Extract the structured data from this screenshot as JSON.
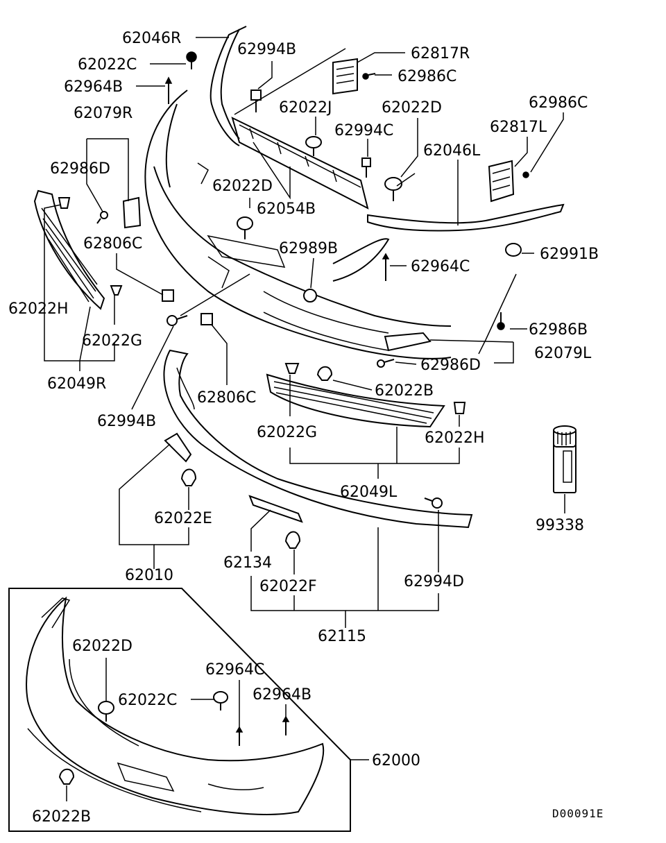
{
  "diagram_code": "D00091E",
  "labels": {
    "l_62046R": "62046R",
    "l_62022C_top": "62022C",
    "l_62964B_top": "62964B",
    "l_62079R": "62079R",
    "l_62986D_left": "62986D",
    "l_62994B_top": "62994B",
    "l_62817R": "62817R",
    "l_62986C_top": "62986C",
    "l_62022J": "62022J",
    "l_62022D_top": "62022D",
    "l_62986C_right": "62986C",
    "l_62994C": "62994C",
    "l_62817L": "62817L",
    "l_62046L": "62046L",
    "l_62022D_mid": "62022D",
    "l_62054B": "62054B",
    "l_62806C_left": "62806C",
    "l_62989B": "62989B",
    "l_62991B": "62991B",
    "l_62964C_mid": "62964C",
    "l_62022H_left": "62022H",
    "l_62986B": "62986B",
    "l_62022G_left": "62022G",
    "l_62986D_mid": "62986D",
    "l_62079L": "62079L",
    "l_62049R": "62049R",
    "l_62022B_mid": "62022B",
    "l_62806C_mid": "62806C",
    "l_62994B_mid": "62994B",
    "l_62022G_mid": "62022G",
    "l_62022H_right": "62022H",
    "l_62049L": "62049L",
    "l_62022E": "62022E",
    "l_62010": "62010",
    "l_62134": "62134",
    "l_62022F": "62022F",
    "l_62994D": "62994D",
    "l_99338": "99338",
    "l_62115": "62115",
    "l_62022D_box": "62022D",
    "l_62964C_box": "62964C",
    "l_62022C_box": "62022C",
    "l_62964B_box": "62964B",
    "l_62000": "62000",
    "l_62022B_box": "62022B"
  }
}
